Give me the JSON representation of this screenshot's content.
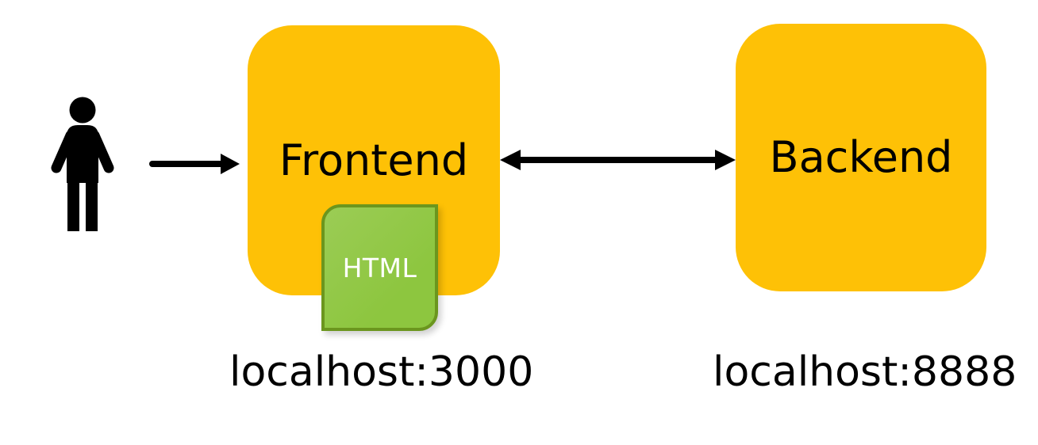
{
  "diagram": {
    "actor": {
      "icon": "person-icon",
      "description": "user"
    },
    "nodes": [
      {
        "id": "frontend",
        "label": "Frontend",
        "address": "localhost:3000",
        "badge": "HTML"
      },
      {
        "id": "backend",
        "label": "Backend",
        "address": "localhost:8888"
      }
    ],
    "connections": [
      {
        "from": "user",
        "to": "frontend",
        "style": "arrow-right"
      },
      {
        "from": "frontend",
        "to": "backend",
        "style": "arrow-both"
      }
    ],
    "colors": {
      "node_fill": "#FEC106",
      "badge_fill": "#8DC63F",
      "badge_border": "#6B961E",
      "badge_text": "#FFFFFF",
      "ink": "#000000",
      "background": "#FFFFFF"
    }
  }
}
